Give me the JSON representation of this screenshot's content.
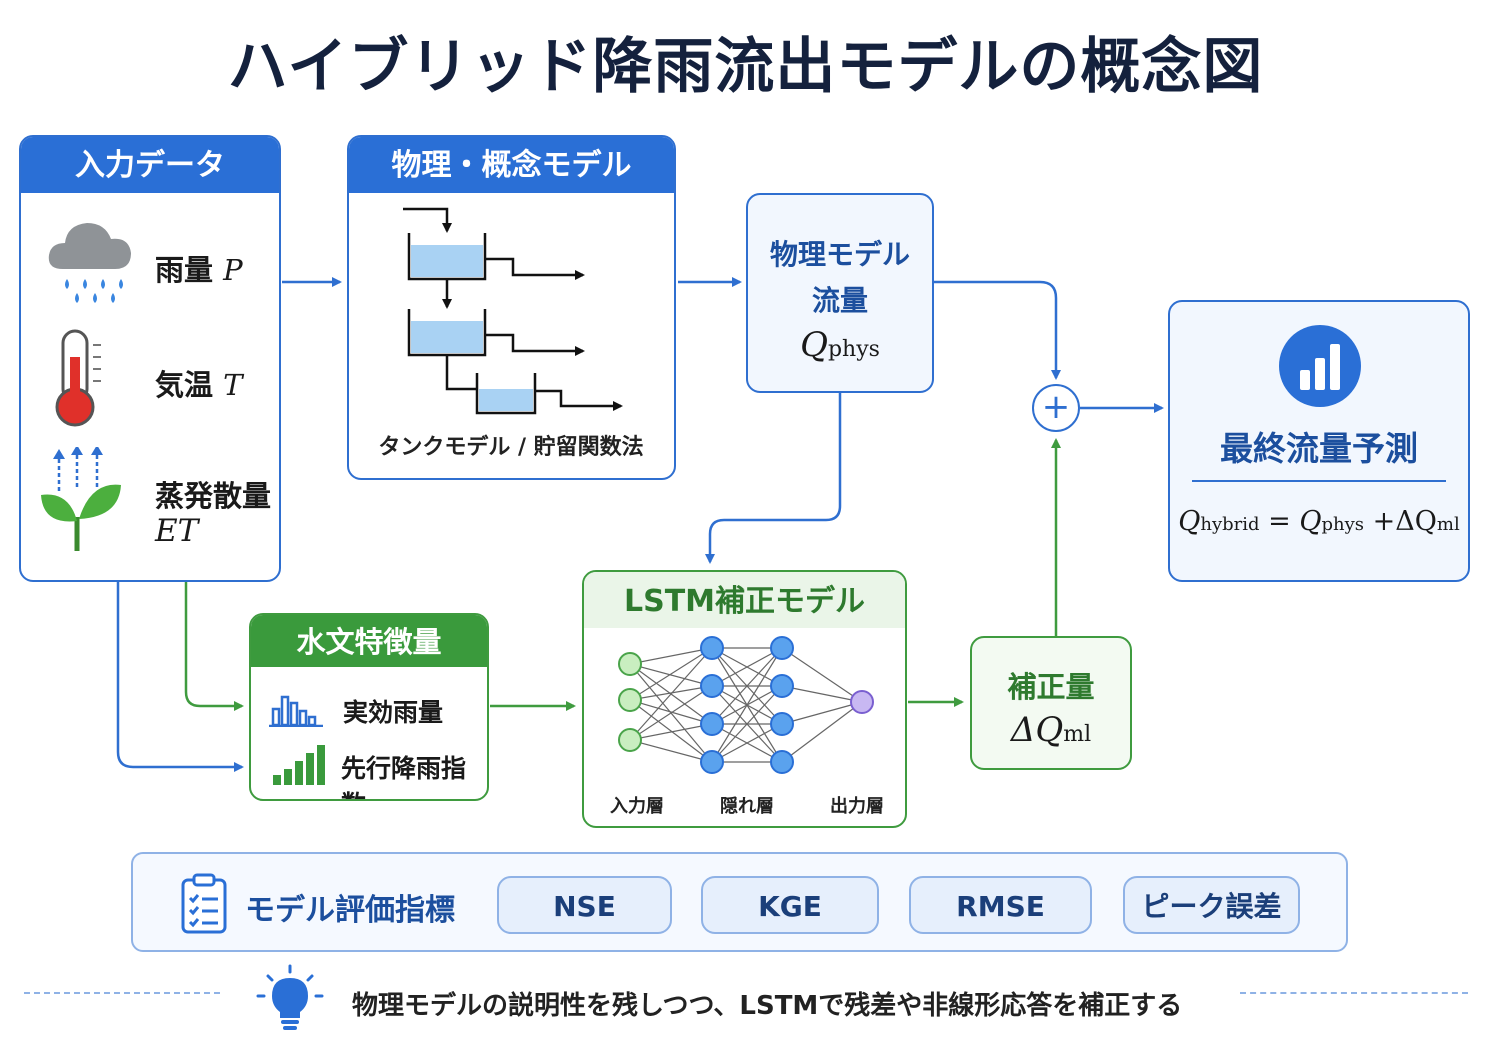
{
  "title": "ハイブリッド降雨流出モデルの概念図",
  "input": {
    "header": "入力データ",
    "rain": "雨量",
    "rain_sym": "P",
    "temp": "気温",
    "temp_sym": "T",
    "et": "蒸発散量",
    "et_sym": "ET"
  },
  "physical": {
    "header": "物理・概念モデル",
    "caption": "タンクモデル / 貯留関数法"
  },
  "phys_flow": {
    "line1": "物理モデル",
    "line2": "流量",
    "q": "Q",
    "sub": "phys"
  },
  "features": {
    "header": "水文特徴量",
    "item1": "実効雨量",
    "item2": "先行降雨指数"
  },
  "lstm": {
    "header": "LSTM補正モデル",
    "input_layer": "入力層",
    "hidden_layer": "隠れ層",
    "output_layer": "出力層"
  },
  "correction": {
    "label": "補正量",
    "delta": "ΔQ",
    "sub": "ml"
  },
  "sum_symbol": "+",
  "final": {
    "title": "最終流量予測",
    "q": "Q",
    "sub_hybrid": "hybrid",
    "eq": "=",
    "q2": "Q",
    "sub_phys": "phys",
    "plus": "+",
    "dq": "ΔQ",
    "sub_ml": "ml"
  },
  "metrics": {
    "label": "モデル評価指標",
    "items": [
      "NSE",
      "KGE",
      "RMSE",
      "ピーク誤差"
    ]
  },
  "footer": "物理モデルの説明性を残しつつ、LSTMで残差や非線形応答を補正する",
  "colors": {
    "blue": "#2a6fd6",
    "green": "#3a9a3c",
    "water": "#a9d2f3",
    "title": "#14213d"
  },
  "icons": [
    "cloud-rain-icon",
    "thermometer-icon",
    "plant-icon",
    "bar-chart-icon",
    "clipboard-icon",
    "lightbulb-icon"
  ]
}
